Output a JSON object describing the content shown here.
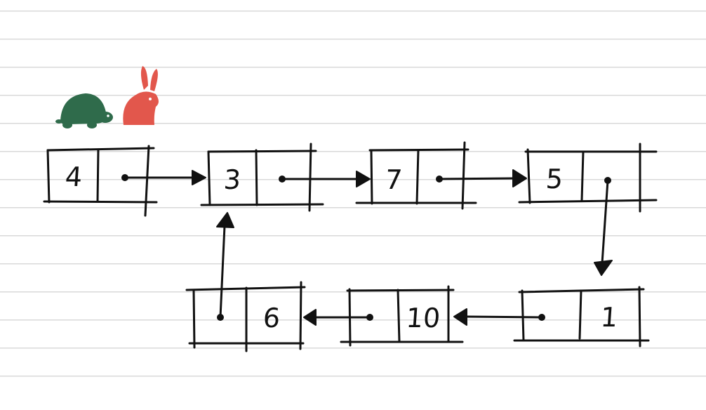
{
  "colors": {
    "tortoise": "#2f6b4b",
    "hare": "#e2574c",
    "ink": "#111111",
    "paper_lines": "#d9d9d9"
  },
  "icons": [
    "tortoise-icon",
    "hare-icon"
  ],
  "nodes": [
    {
      "value": "4"
    },
    {
      "value": "3"
    },
    {
      "value": "7"
    },
    {
      "value": "5"
    },
    {
      "value": "1"
    },
    {
      "value": "10"
    },
    {
      "value": "6"
    }
  ]
}
